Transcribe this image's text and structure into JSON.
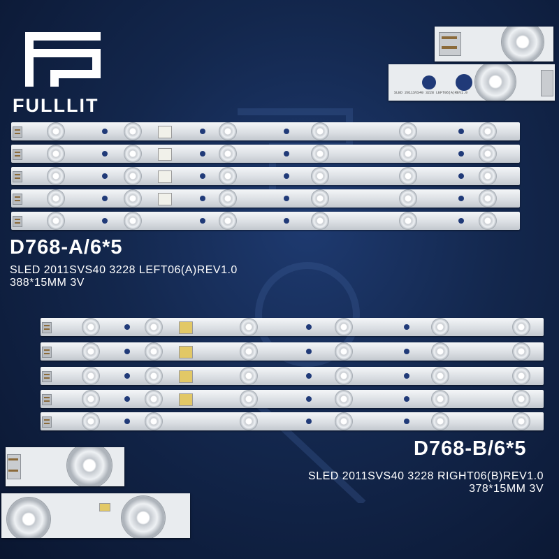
{
  "brand": {
    "name": "FULLLIT",
    "colors": {
      "background": "#13274d",
      "text": "#ffffff",
      "strip": "#e4e7ea"
    }
  },
  "product_a": {
    "code": "D768-A/6*5",
    "model": "SLED  2011SVS40  3228  LEFT06(A)REV1.0",
    "size": "388*15MM 3V"
  },
  "product_b": {
    "code": "D768-B/6*5",
    "model": "SLED  2011SVS40  3228  RIGHT06(B)REV1.0",
    "size": "378*15MM 3V"
  },
  "strip_print": "SLED 2011SVS40 3228 LEFT06(A)REV1.0"
}
